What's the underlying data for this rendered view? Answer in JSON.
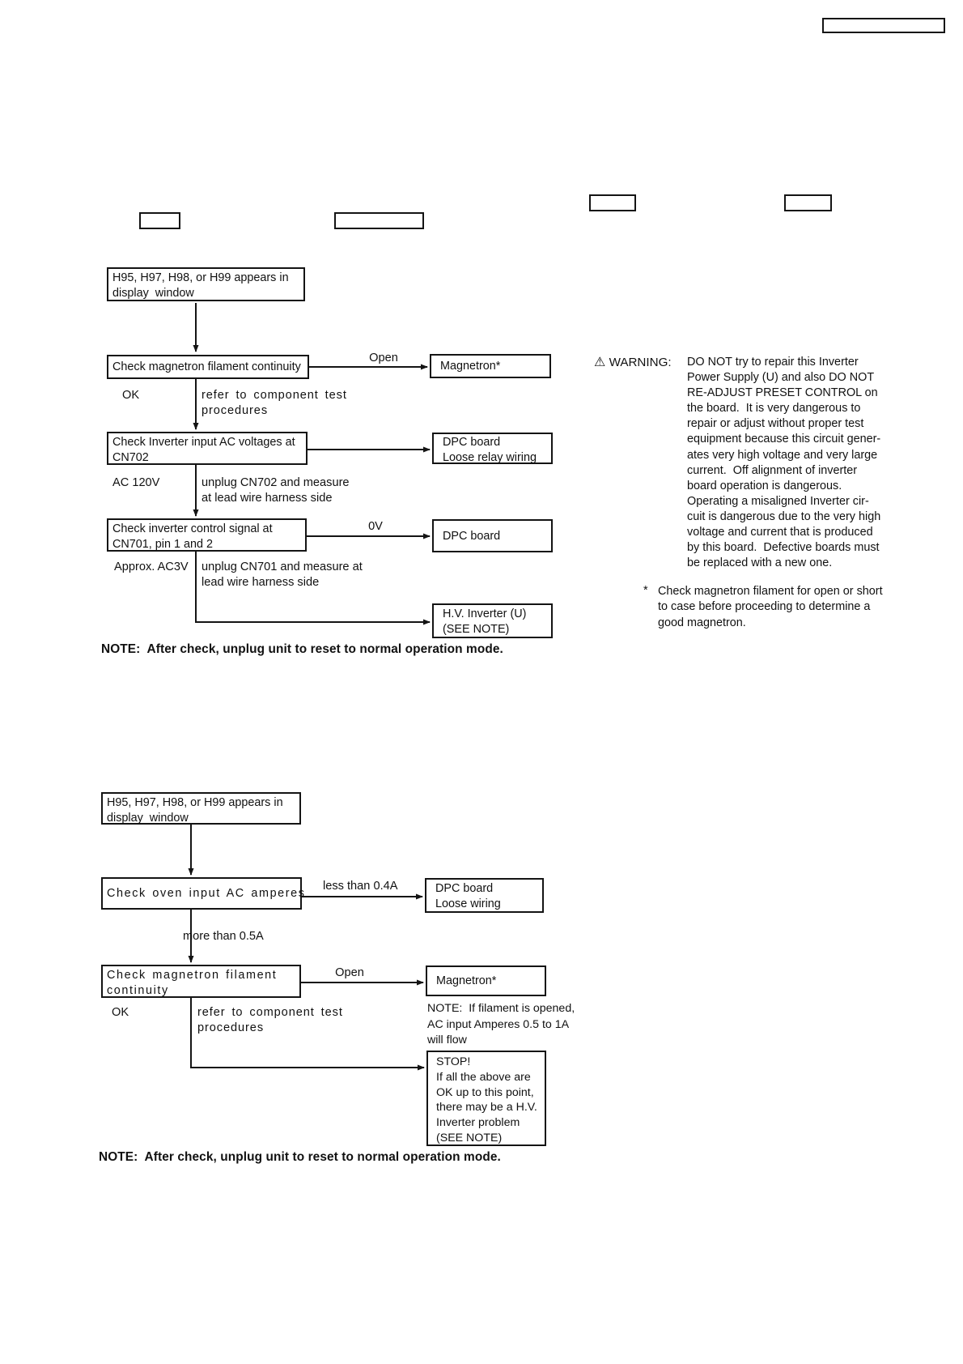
{
  "flowchart1": {
    "start": "H95, H97, H98, or H99 appears in\ndisplay  window",
    "step1": "Check magnetron filament continuity",
    "step1_result_label": "Open",
    "step1_target": "Magnetron*",
    "step1_ok_label": "OK",
    "step1_note": "refer to component test\nprocedures",
    "step2": "Check Inverter input AC voltages at\nCN702",
    "step2_target": "DPC board\nLoose relay wiring",
    "step2_ok_label": "AC 120V",
    "step2_note": "unplug CN702 and measure\nat lead wire harness side",
    "step3": "Check inverter control signal at\nCN701, pin 1 and 2",
    "step3_result_label": "0V",
    "step3_target": "DPC board",
    "step3_ok_label": "Approx. AC3V",
    "step3_note": "unplug CN701 and measure at\nlead wire harness side",
    "final_target": "H.V. Inverter (U)\n(SEE NOTE)",
    "note": "NOTE:  After check, unplug unit to reset to normal operation mode."
  },
  "warning": {
    "icon": "⚠",
    "label": " WARNING:",
    "text": "DO NOT try to repair this Inverter\nPower Supply (U) and also DO NOT\nRE-ADJUST PRESET CONTROL on\nthe board.  It is very dangerous to\nrepair or adjust without proper test\nequipment because this circuit gener-\nates very high voltage and very large\ncurrent.  Off alignment of inverter\nboard operation is dangerous.\nOperating a misaligned Inverter cir-\ncuit is dangerous due to the very high\nvoltage and current that is produced\nby this board.  Defective boards must\nbe replaced with a new one.",
    "footnote_marker": "*",
    "footnote": "Check magnetron filament for open or short\nto case before proceeding to determine a\ngood magnetron."
  },
  "flowchart2": {
    "start": "H95, H97, H98, or H99 appears in\ndisplay  window",
    "step1": "Check oven input AC amperes",
    "step1_result_label": "less than 0.4A",
    "step1_target": "DPC board\nLoose wiring",
    "step1_more_label": "more than 0.5A",
    "step2": "Check magnetron filament\ncontinuity",
    "step2_result_label": "Open",
    "step2_target": "Magnetron*",
    "step2_ok_label": "OK",
    "step2_note": "refer to component test\nprocedures",
    "magnetron_note": "NOTE:  If filament is opened,\nAC input Amperes 0.5 to 1A\nwill flow",
    "stop": "STOP!\nIf all the above are\nOK up to this point,\nthere may be a H.V.\nInverter problem\n(SEE NOTE)",
    "note": "NOTE:  After check, unplug unit to reset to normal operation mode."
  }
}
